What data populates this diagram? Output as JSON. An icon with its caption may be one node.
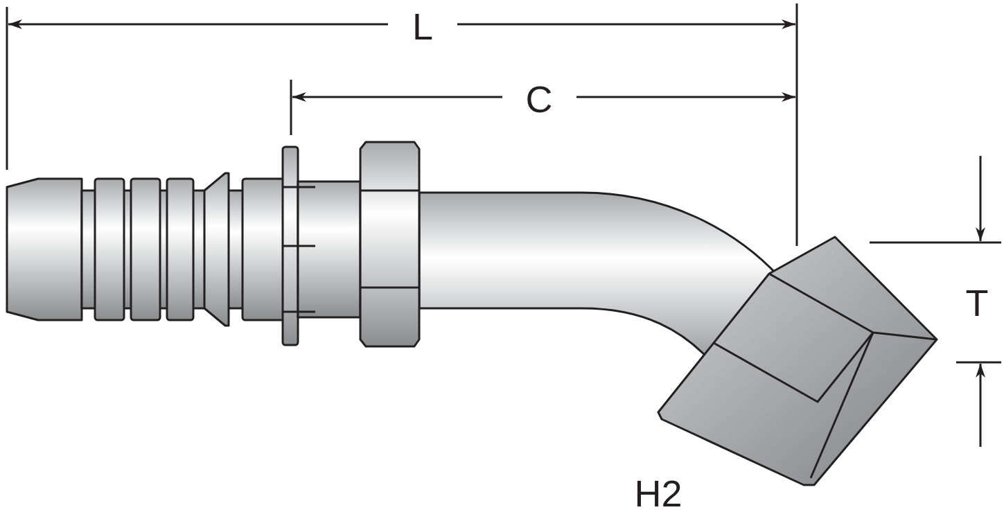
{
  "diagram": {
    "labels": [
      "L",
      "C",
      "T",
      "H2"
    ]
  }
}
